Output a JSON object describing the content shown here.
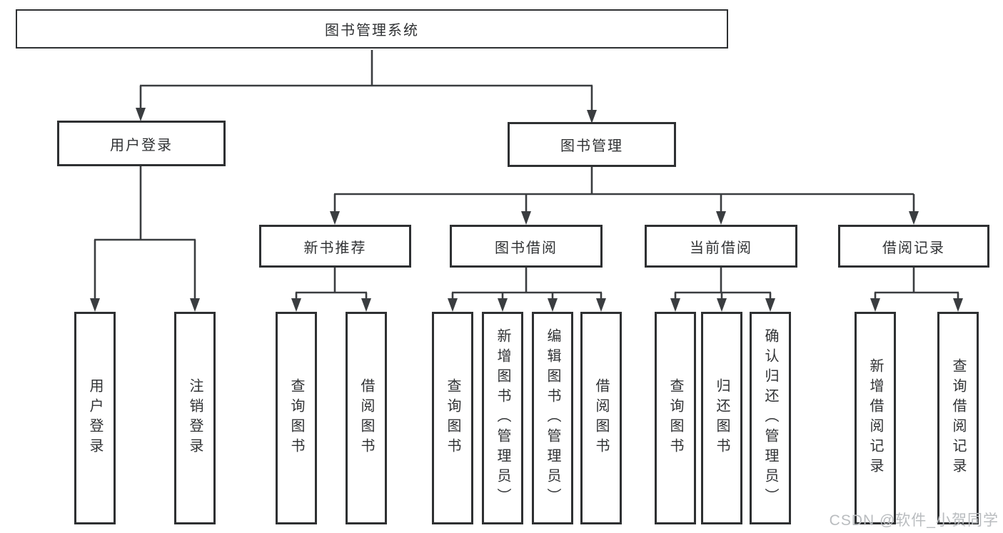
{
  "colors": {
    "line": "#3a3d40",
    "border": "#2e3032",
    "text": "#303234",
    "watermark": "#b9bcbf",
    "bg": "#ffffff"
  },
  "watermark": {
    "text": "CSDN @软件_小贺同学"
  },
  "tree": {
    "root": {
      "label": "图书管理系统"
    },
    "branches": [
      {
        "label": "用户登录",
        "children": [
          {
            "label": "用户登录"
          },
          {
            "label": "注销登录"
          }
        ]
      },
      {
        "label": "图书管理",
        "children": [
          {
            "label": "新书推荐",
            "children": [
              {
                "label": "查询图书"
              },
              {
                "label": "借阅图书"
              }
            ]
          },
          {
            "label": "图书借阅",
            "children": [
              {
                "label": "查询图书"
              },
              {
                "label": "新增图书（管理员）"
              },
              {
                "label": "编辑图书（管理员）"
              },
              {
                "label": "借阅图书"
              }
            ]
          },
          {
            "label": "当前借阅",
            "children": [
              {
                "label": "查询图书"
              },
              {
                "label": "归还图书"
              },
              {
                "label": "确认归还（管理员）"
              }
            ]
          },
          {
            "label": "借阅记录",
            "children": [
              {
                "label": "新增借阅记录"
              },
              {
                "label": "查询借阅记录"
              }
            ]
          }
        ]
      }
    ]
  }
}
